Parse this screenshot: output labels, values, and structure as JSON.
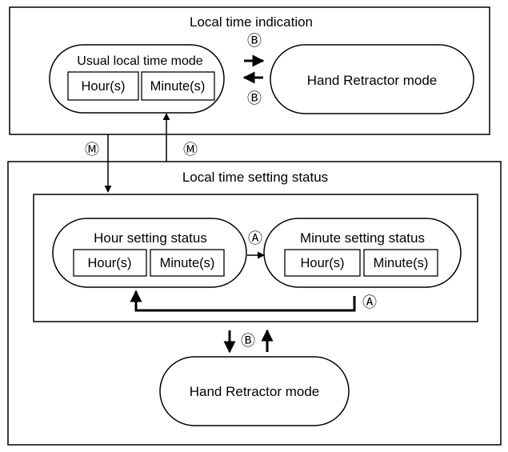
{
  "local_time_indication": {
    "title": "Local time indication",
    "usual_mode": {
      "label": "Usual local time mode",
      "hour_label": "Hour(s)",
      "minute_label": "Minute(s)"
    },
    "hand_retractor_label": "Hand Retractor mode",
    "symbol_to_retractor": "Ⓑ",
    "symbol_from_retractor": "Ⓑ"
  },
  "local_time_setting_status": {
    "title": "Local time setting status",
    "hour_setting": {
      "label": "Hour setting status",
      "hour_label": "Hour(s)",
      "minute_label": "Minute(s)"
    },
    "minute_setting": {
      "label": "Minute setting status",
      "hour_label": "Hour(s)",
      "minute_label": "Minute(s)"
    },
    "symbol_hour_to_minute": "Ⓐ",
    "symbol_minute_to_hour": "Ⓐ",
    "symbol_retractor_toggle": "Ⓑ",
    "hand_retractor_label": "Hand Retractor mode"
  },
  "symbol_enter_setting": "Ⓜ",
  "symbol_exit_setting": "Ⓜ"
}
